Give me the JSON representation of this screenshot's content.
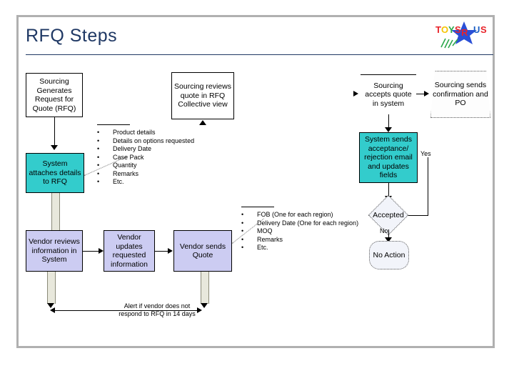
{
  "slide": {
    "title": "RFQ Steps",
    "title_color": "#1f3864",
    "frame_color": "#b0b0b0",
    "background": "#ffffff"
  },
  "logo": {
    "name": "toys-r-us-logo",
    "letters": [
      {
        "char": "T",
        "color": "#e8232a"
      },
      {
        "char": "O",
        "color": "#f5c400"
      },
      {
        "char": "Y",
        "color": "#2aa84a"
      },
      {
        "char": "S",
        "color": "#e8232a"
      },
      {
        "char": "R",
        "color": "#e8232a"
      },
      {
        "char": "U",
        "color": "#1c5fc4"
      },
      {
        "char": "S",
        "color": "#e8232a"
      }
    ],
    "star_color": "#2a4fd6",
    "swoosh_color": "#2aa84a"
  },
  "palette": {
    "cyan": "#33cccc",
    "lavender": "#ccccf2",
    "white": "#ffffff",
    "decision_fill": "#f2f4fa",
    "line": "#000000",
    "block_arrow": "#e8e8dc"
  },
  "nodes": {
    "sourcing_generates": "Sourcing Generates Request for Quote (RFQ)",
    "system_attaches": "System attaches details to RFQ",
    "vendor_reviews": "Vendor reviews information in System",
    "vendor_updates": "Vendor updates requested information",
    "vendor_sends": "Vendor sends Quote",
    "sourcing_reviews": "Sourcing reviews quote in RFQ Collective view",
    "sourcing_accepts": "Sourcing accepts quote in system",
    "sourcing_sends": "Sourcing sends confirmation and PO",
    "system_sends_email": "System sends acceptance/ rejection email and updates fields",
    "accepted_decision": "Accepted",
    "no_action": "No Action"
  },
  "bullets_rfq": {
    "items": [
      "Product details",
      "Details on options requested",
      "Delivery Date",
      "Case Pack",
      "Quantity",
      "Remarks",
      "Etc."
    ]
  },
  "bullets_quote": {
    "items": [
      "FOB (One for each region)",
      "Delivery Date (One for each region)",
      "MOQ",
      "Remarks",
      "Etc."
    ]
  },
  "edge_labels": {
    "yes": "Yes",
    "no": "No"
  },
  "notes": {
    "alert_line1": "Alert if vendor does not",
    "alert_line2": "respond to RFQ in 14 days"
  }
}
